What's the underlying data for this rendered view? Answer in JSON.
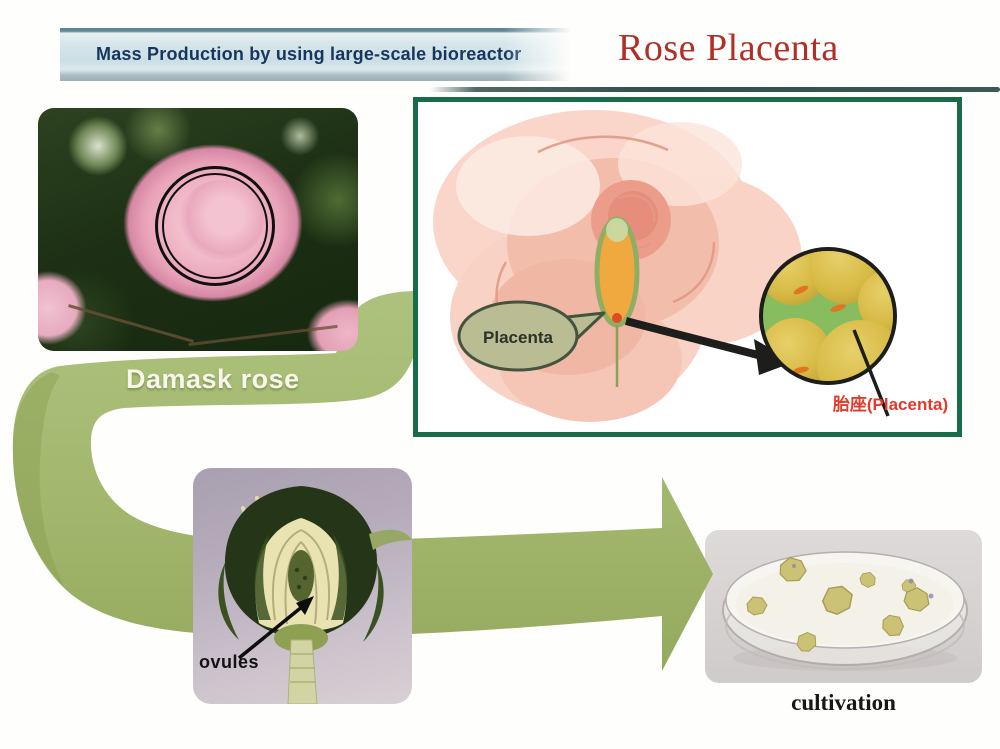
{
  "header": {
    "banner_text": "Mass Production by using large-scale bioreactor",
    "title": "Rose Placenta"
  },
  "flow": {
    "damask_label": "Damask rose",
    "ovules_label": "ovules",
    "cultivation_label": "cultivation"
  },
  "placenta_box": {
    "bubble_label": "Placenta",
    "magnifier_label": "胎座(Placenta)"
  },
  "colors": {
    "banner_text": "#17365d",
    "banner_fill": "#cfe1e6",
    "title_red": "#b03028",
    "box_border_green": "#1a6b4a",
    "ribbon_green": "#a0b568",
    "magnifier_label_red": "#e23b2e",
    "bubble_fill": "#babd93",
    "ovule_yellow": "#d7ba45",
    "magnifier_bg_green": "#87bd5e"
  }
}
